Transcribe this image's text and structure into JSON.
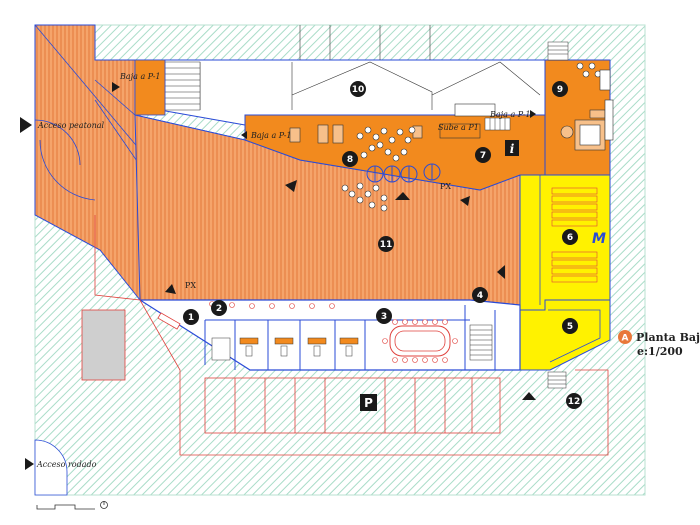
{
  "colors": {
    "site_hatch": "#bfe8d8",
    "orange": "#f28a1e",
    "orange_hatch": "#f5b07a",
    "yellow": "#fff200",
    "wall": "#2a4bd7",
    "parking_line": "#e0413c",
    "dark": "#1a1a1a",
    "gray_block": "#cfcfcf"
  },
  "labels": {
    "acceso_peatonal": "Acceso peatonal",
    "acceso_rodado": "Acceso rodado",
    "baja_p1_top": "Baja a P-1",
    "baja_p1_mid": "Baja a P-1",
    "sube_p1": "Sube a P1",
    "baja_p1_right": "Baja a P-1",
    "px_1": "PX",
    "px_2": "PX",
    "parking": "P",
    "info": "i",
    "mark_m": "M"
  },
  "legend": {
    "badge": "A",
    "title": "Planta Baja",
    "scale": "e:1/200"
  },
  "rooms": [
    {
      "num": "1"
    },
    {
      "num": "2"
    },
    {
      "num": "3"
    },
    {
      "num": "4"
    },
    {
      "num": "5"
    },
    {
      "num": "6"
    },
    {
      "num": "7"
    },
    {
      "num": "8"
    },
    {
      "num": "9"
    },
    {
      "num": "10"
    },
    {
      "num": "11"
    },
    {
      "num": "12"
    }
  ]
}
